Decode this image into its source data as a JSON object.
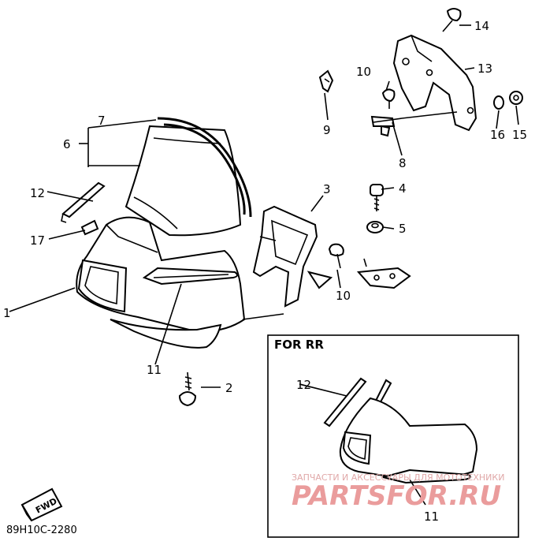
{
  "diagram_code": "89H10C-2280",
  "inset": {
    "title": "FOR RR"
  },
  "fwd_label": "FWD",
  "watermark": {
    "line1": "ЗАПЧАСТИ И АКСЕССУАРЫ ДЛЯ МОТОТЕХНИКИ",
    "brand": "PARTSFOR.RU",
    "color": "#e8a0a0"
  },
  "callouts": {
    "c1": "1",
    "c2": "2",
    "c3": "3",
    "c4": "4",
    "c5": "5",
    "c6": "6",
    "c7": "7",
    "c8": "8",
    "c9": "9",
    "c10a": "10",
    "c10b": "10",
    "c11a": "11",
    "c11b": "11",
    "c12a": "12",
    "c12b": "12",
    "c13": "13",
    "c14": "14",
    "c15": "15",
    "c16": "16",
    "c17": "17"
  }
}
